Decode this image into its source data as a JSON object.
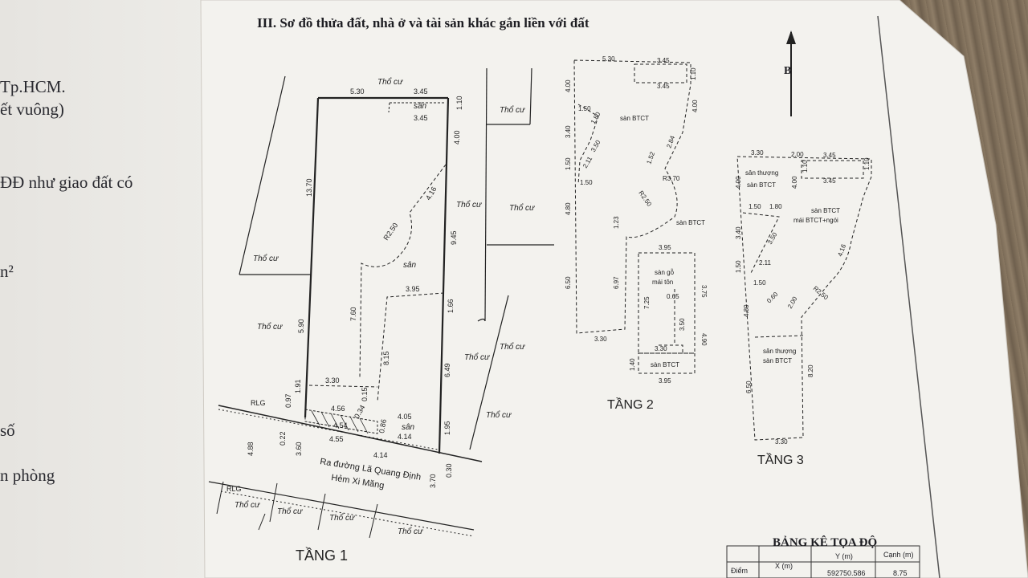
{
  "section_title": "III. Sơ đồ thửa đất, nhà ở và tài sản khác gắn liền với đất",
  "back_page_lines": [
    "Tp.HCM.",
    "ết vuông)",
    "ĐĐ như giao đất có",
    "n²",
    "số",
    "n phòng"
  ],
  "north_label": "B",
  "floor1": {
    "title": "TẦNG 1",
    "street_labels": [
      "Ra đường Lã Quang Định",
      "Hẻm Xi Măng"
    ],
    "road_label": "RLG",
    "neighbor_label": "Thổ cư",
    "area_label": "sân",
    "dimensions": [
      "5.30",
      "3.45",
      "1.10",
      "3.45",
      "4.00",
      "13.70",
      "4.16",
      "R2.50",
      "9.45",
      "3.95",
      "7.60",
      "1.66",
      "5.90",
      "8.15",
      "6.49",
      "3.30",
      "1.91",
      "0.97",
      "4.56",
      "0.15",
      "4.05",
      "4.54",
      "0.34",
      "0.86",
      "4.14",
      "4.55",
      "1.95",
      "0.22",
      "4.14",
      "4.88",
      "3.60",
      "3.70",
      "0.30"
    ]
  },
  "floor2": {
    "title": "TẦNG 2",
    "labels": [
      "sàn BTCT",
      "sàn BTCT",
      "sàn gỗ",
      "mái tôn",
      "sàn BTCT"
    ],
    "dimensions": [
      "5.30",
      "3.45",
      "1.10",
      "3.45",
      "4.00",
      "4.00",
      "1.50",
      "3.40",
      "1.80",
      "3.50",
      "1.50",
      "2.11",
      "1.50",
      "2.84",
      "1.52",
      "R3.70",
      "R2.50",
      "4.80",
      "1.23",
      "3.95",
      "3.75",
      "6.50",
      "6.97",
      "7.25",
      "0.65",
      "3.50",
      "4.90",
      "3.30",
      "3.30",
      "1.40",
      "3.95"
    ]
  },
  "floor3": {
    "title": "TẦNG 3",
    "labels": [
      "sân thượng",
      "sàn BTCT",
      "sàn BTCT",
      "mái BTCT+ngói",
      "sân thượng",
      "sàn BTCT"
    ],
    "dimensions": [
      "3.30",
      "2.00",
      "3.45",
      "1.10",
      "3.45",
      "4.00",
      "4.00",
      "1.10",
      "1.50",
      "1.80",
      "3.40",
      "3.50",
      "2.11",
      "1.50",
      "1.50",
      "4.16",
      "R2.50",
      "0.60",
      "2.00",
      "4.80",
      "6.50",
      "8.20",
      "3.30"
    ]
  },
  "coord_table": {
    "title": "BẢNG KÊ TỌA ĐỘ",
    "headers": [
      "Điểm",
      "X (m)",
      "Y (m)",
      "Cạnh (m)"
    ],
    "row": [
      "",
      "",
      "592750.586",
      "8.75"
    ]
  }
}
